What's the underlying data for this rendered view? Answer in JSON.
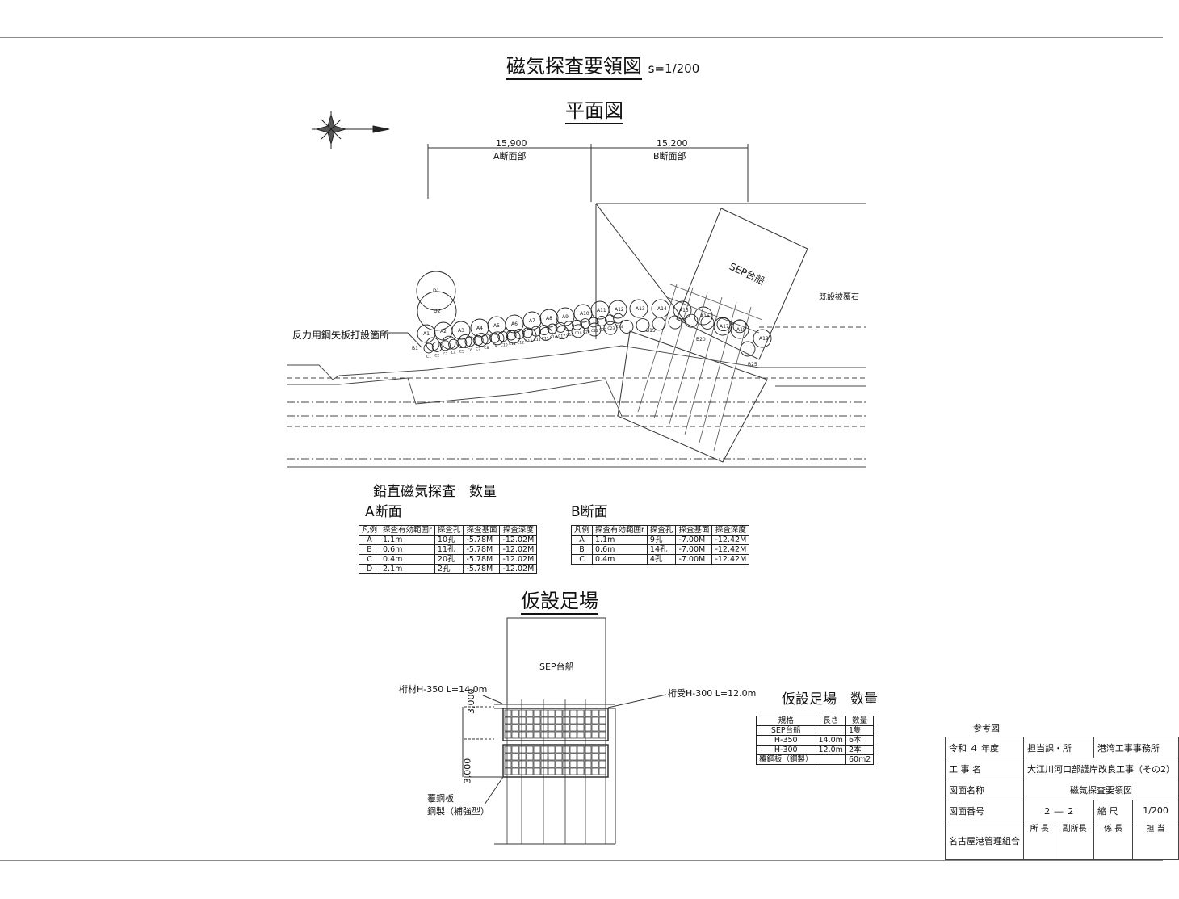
{
  "drawing": {
    "title": "磁気探査要領図",
    "scale": "s=1/200",
    "plan_title": "平面図",
    "dim_a_value": "15,900",
    "dim_a_label": "A断面部",
    "dim_b_value": "15,200",
    "dim_b_label": "B断面部",
    "sep_label": "SEP台船",
    "existing_label": "既設被覆石",
    "sheetpile_label": "反力用鋼矢板打設箇所",
    "points": {
      "A": [
        "A1",
        "A2",
        "A3",
        "A4",
        "A5",
        "A6",
        "A7",
        "A8",
        "A9",
        "A10",
        "A11",
        "A12",
        "A13",
        "A14",
        "A15",
        "A16",
        "A17",
        "A18",
        "A19"
      ],
      "B": [
        "B1",
        "B15",
        "B20",
        "B25"
      ],
      "C": [
        "C1",
        "C2",
        "C3",
        "C4",
        "C5",
        "C6",
        "C7",
        "C8",
        "C9",
        "C10",
        "C11",
        "C12",
        "C13",
        "C14",
        "C15",
        "C16",
        "C17",
        "C18",
        "C19",
        "C20",
        "C21",
        "C22",
        "C23",
        "C24"
      ],
      "D": [
        "D1",
        "D2"
      ]
    }
  },
  "survey": {
    "title": "鉛直磁気探査　数量",
    "table_a": {
      "title": "A断面",
      "headers": [
        "凡例",
        "探査有効範囲r",
        "探査孔",
        "探査基面",
        "探査深度"
      ],
      "rows": [
        [
          "A",
          "1.1m",
          "10孔",
          "-5.78M",
          "-12.02M"
        ],
        [
          "B",
          "0.6m",
          "11孔",
          "-5.78M",
          "-12.02M"
        ],
        [
          "C",
          "0.4m",
          "20孔",
          "-5.78M",
          "-12.02M"
        ],
        [
          "D",
          "2.1m",
          "2孔",
          "-5.78M",
          "-12.02M"
        ]
      ]
    },
    "table_b": {
      "title": "B断面",
      "headers": [
        "凡例",
        "探査有効範囲r",
        "探査孔",
        "探査基面",
        "探査深度"
      ],
      "rows": [
        [
          "A",
          "1.1m",
          "9孔",
          "-7.00M",
          "-12.42M"
        ],
        [
          "B",
          "0.6m",
          "14孔",
          "-7.00M",
          "-12.42M"
        ],
        [
          "C",
          "0.4m",
          "4孔",
          "-7.00M",
          "-12.42M"
        ]
      ]
    }
  },
  "scaffold": {
    "title": "仮設足場",
    "sep_label": "SEP台船",
    "girder_label": "桁材H-350 L=14.0m",
    "receiver_label": "桁受H-300 L=12.0m",
    "dim_1": "3,000",
    "dim_2": "3,000",
    "plate_label": "覆鋼板",
    "plate_sub": "鋼製（補強型）",
    "qty_title": "仮設足場　数量",
    "qty_headers": [
      "規格",
      "長さ",
      "数量"
    ],
    "qty_rows": [
      [
        "SEP台船",
        "",
        "1隻"
      ],
      [
        "H-350",
        "14.0m",
        "6本"
      ],
      [
        "H-300",
        "12.0m",
        "2本"
      ],
      [
        "覆鋼板（鋼製）",
        "",
        "60m2"
      ]
    ]
  },
  "title_block": {
    "ref": "参考図",
    "year": "令和 ４ 年度",
    "dept_label": "担当課・所",
    "dept_value": "港湾工事事務所",
    "project_label": "工 事 名",
    "project_value": "大江川河口部護岸改良工事（その2）",
    "drawing_name_label": "図面名称",
    "drawing_name_value": "磁気探査要領図",
    "drawing_no_label": "図面番号",
    "drawing_no_value": "２ ― ２",
    "scale_label": "縮 尺",
    "scale_value": "1/200",
    "org": "名古屋港管理組合",
    "roles": [
      "所 長",
      "副所長",
      "係 長",
      "担 当"
    ]
  }
}
